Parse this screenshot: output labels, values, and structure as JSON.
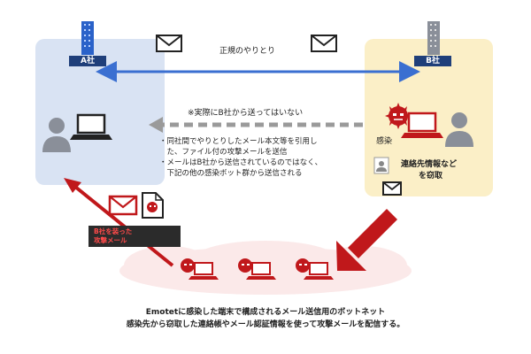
{
  "company_a": {
    "label": "A社"
  },
  "company_b": {
    "label": "B社"
  },
  "regular_exchange": "正規のやりとり",
  "not_sent_note": "※実際にB社から送ってはいない",
  "explanation_lines": [
    "・同社間でやりとりしたメール本文等を引用し",
    "　た、ファイル付の攻撃メールを送信",
    "・メールはB社から送信されているのではなく、",
    "　下記の他の感染ボット群から送信される"
  ],
  "infection_label": "感染",
  "theft_lines": [
    "連絡先情報など",
    "を窃取"
  ],
  "fake_mail_lines": [
    "B社を装った",
    "攻撃メール"
  ],
  "caption_lines": [
    "Emotetに感染した端末で構成されるメール送信用のボットネット",
    "感染先から窃取した連絡帳やメール認証情報を使って攻撃メールを配信する。"
  ],
  "colors": {
    "accent_blue": "#3a6fd1",
    "malware_red": "#c0181b",
    "arrow_grey": "#9a9a9a",
    "panel_a": "#d9e3f3",
    "panel_b": "#fbefc7",
    "label_navy": "#1f3f7a"
  },
  "icons": [
    "building-icon",
    "envelope-icon",
    "person-icon",
    "laptop-icon",
    "virus-icon",
    "document-icon",
    "contact-card-icon"
  ]
}
